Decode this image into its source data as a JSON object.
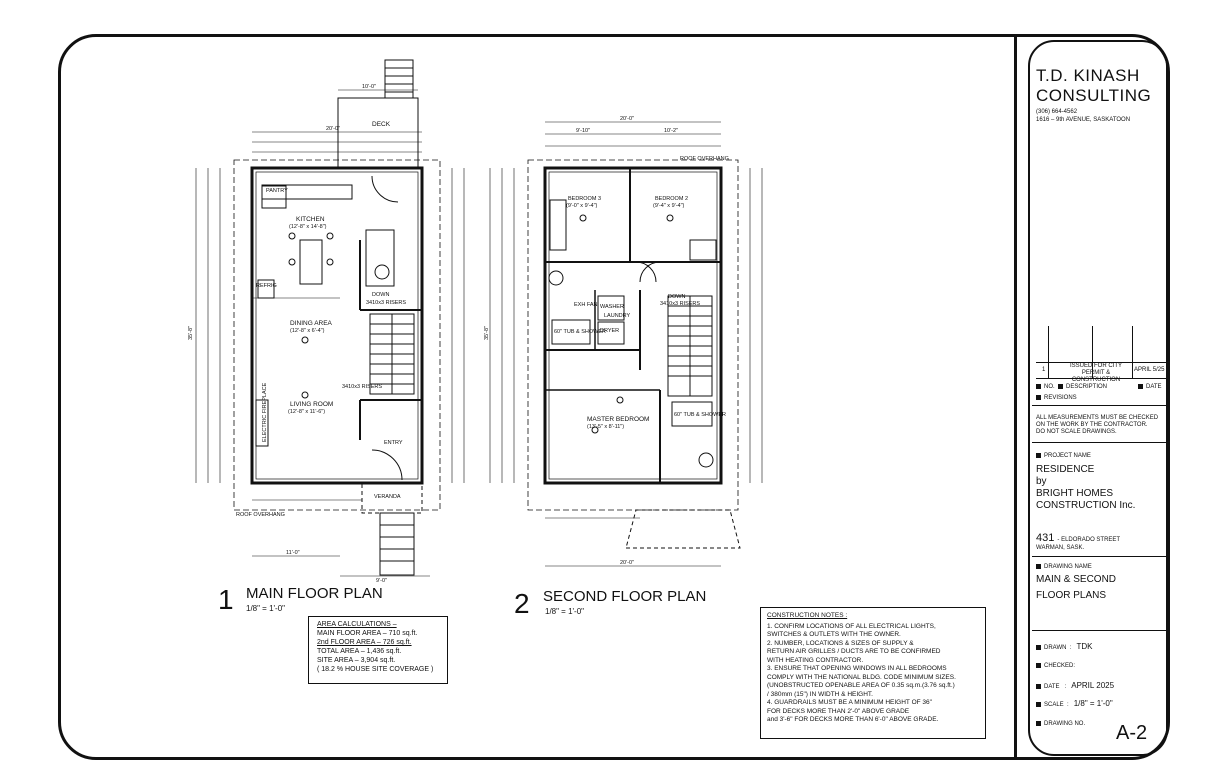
{
  "firm": {
    "name_line1": "T.D. KINASH",
    "name_line2": "CONSULTING",
    "phone": "(306) 664-4562",
    "address": "1616 – 9th AVENUE, SASKATOON"
  },
  "revisions": {
    "row_no": "1",
    "row_description": "ISSUED FOR CITY PERMIT & CONSTRUCTION",
    "row_date": "APRIL 5/25",
    "col_no": "NO.",
    "col_description": "DESCRIPTION",
    "col_date": "DATE",
    "label": "REVISIONS"
  },
  "disclaimer": [
    "ALL MEASUREMENTS MUST BE CHECKED",
    "ON THE WORK BY THE CONTRACTOR.",
    "DO NOT SCALE DRAWINGS."
  ],
  "project": {
    "label": "PROJECT NAME",
    "line1": "RESIDENCE",
    "line2": "by",
    "line3": "BRIGHT HOMES",
    "line4": "CONSTRUCTION Inc.",
    "number": "431",
    "street": "- ELDORADO STREET",
    "town": "WARMAN, SASK."
  },
  "drawing": {
    "label": "DRAWING NAME",
    "line1": "MAIN & SECOND",
    "line2": "FLOOR PLANS"
  },
  "meta": {
    "drawn_label": "DRAWN",
    "drawn_value": "TDK",
    "checked_label": "CHECKED:",
    "date_label": "DATE",
    "date_value": "APRIL 2025",
    "scale_label": "SCALE",
    "scale_value": "1/8\" = 1'-0\"",
    "drawing_no_label": "DRAWING NO.",
    "drawing_no": "A-2"
  },
  "plans": [
    {
      "number": "1",
      "title": "MAIN FLOOR PLAN",
      "scale": "1/8\" = 1'-0\""
    },
    {
      "number": "2",
      "title": "SECOND FLOOR PLAN",
      "scale": "1/8\" = 1'-0\""
    }
  ],
  "area_calculations": {
    "heading": "AREA CALCULATIONS –",
    "lines": [
      "MAIN FLOOR AREA – 710 sq.ft.",
      "2nd FLOOR AREA – 726 sq.ft.",
      "TOTAL AREA – 1,436 sq.ft.",
      "SITE AREA – 3,904 sq.ft.",
      "( 18.2 % HOUSE SITE COVERAGE )"
    ]
  },
  "construction_notes": {
    "heading": "CONSTRUCTION NOTES :",
    "lines": [
      "1. CONFIRM LOCATIONS OF ALL ELECTRICAL LIGHTS,",
      "    SWITCHES & OUTLETS WITH THE OWNER.",
      "2. NUMBER, LOCATIONS & SIZES OF SUPPLY &",
      "    RETURN AIR GRILLES / DUCTS ARE TO BE CONFIRMED",
      "    WITH HEATING CONTRACTOR.",
      "3. ENSURE THAT OPENING WINDOWS IN ALL BEDROOMS",
      "    COMPLY WITH THE NATIONAL BLDG. CODE MINIMUM SIZES.",
      "    (UNOBSTRUCTED OPENABLE AREA OF 0.35 sq.m.(3.76 sq.ft.)",
      "    / 380mm (15\") IN WIDTH & HEIGHT.",
      "4. GUARDRAILS MUST BE A MINIMUM HEIGHT OF 36\"",
      "    FOR DECKS MORE THAN 2'-0\" ABOVE GRADE",
      "    and 3'-6\" FOR DECKS MORE THAN 6'-0\" ABOVE GRADE."
    ]
  },
  "main_floor_labels": {
    "deck": "DECK",
    "pantry": "PANTRY",
    "kitchen": "KITCHEN",
    "kitchen_size": "(12'-8\" x 14'-8\")",
    "refrig": "REFRIG",
    "dining": "DINING AREA",
    "dining_size": "(12'-8\" x 6'-4\")",
    "living": "LIVING ROOM",
    "living_size": "(12'-8\" x 11'-6\")",
    "entry": "ENTRY",
    "veranda": "VERANDA",
    "fireplace": "ELECTRIC FIREPLACE",
    "down": "DOWN",
    "risers": "3410x3 RISERS",
    "dim_top": "20'-0\"",
    "dim_deck": "10'-0\"",
    "dim_left": "35'-8\"",
    "dim_bottom": "11'-0\"",
    "dim_stairs": "9'-0\"",
    "roof_overhang": "ROOF OVERHANG"
  },
  "second_floor_labels": {
    "bedroom3": "BEDROOM 3",
    "bedroom3_size": "(9'-0\" x 9'-4\")",
    "bedroom2": "BEDROOM 2",
    "bedroom2_size": "(9'-4\" x 9'-4\")",
    "laundry": "LAUNDRY",
    "washer": "WASHER",
    "dryer": "DRYER",
    "tub": "60\" TUB & SHOWER",
    "master": "MASTER BEDROOM",
    "master_size": "(13'-5\" x 8'-11\")",
    "exh_fan": "EXH FAN",
    "down": "DOWN",
    "risers": "3410x3 RISERS",
    "roof_overhang": "ROOF OVERHANG",
    "dim_top": "20'-0\"",
    "dim_bottom": "20'-0\"",
    "dim_left": "35'-8\"",
    "dim_a": "9'-10\"",
    "dim_b": "10'-2\""
  }
}
